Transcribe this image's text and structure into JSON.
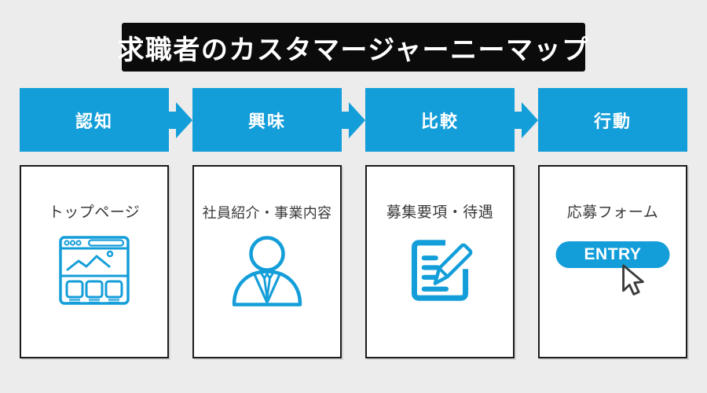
{
  "title": "求職者のカスタマージャーニーマップ",
  "colors": {
    "accent_blue": "#149ED9",
    "background": "#ECECEC",
    "title_bg": "#0B0B0B",
    "title_text": "#FFFFFF",
    "card_border": "#1B1B1B",
    "card_label_text": "#3A3A3A",
    "cursor_outline": "#3A3A3A"
  },
  "stages": [
    {
      "id": "awareness",
      "label": "認知",
      "card": {
        "label": "トップページ",
        "icon": "browser-window-icon"
      }
    },
    {
      "id": "interest",
      "label": "興味",
      "card": {
        "label": "社員紹介・事業内容",
        "icon": "business-person-icon"
      }
    },
    {
      "id": "comparison",
      "label": "比較",
      "card": {
        "label": "募集要項・待遇",
        "icon": "document-pencil-icon"
      }
    },
    {
      "id": "action",
      "label": "行動",
      "card": {
        "label": "応募フォーム",
        "icon": "cursor-pointer-icon",
        "button_label": "ENTRY"
      }
    }
  ]
}
